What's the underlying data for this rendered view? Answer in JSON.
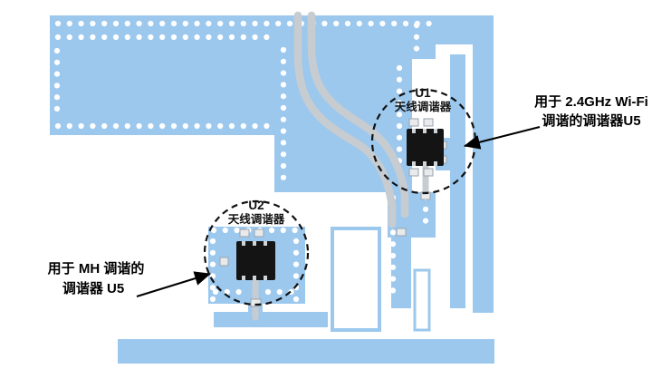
{
  "colors": {
    "copper": "#9CC8EE",
    "trace": "#C7CCD1",
    "chip": "#141414"
  },
  "board": {
    "u1": {
      "ref": "U1",
      "label": "天线调谐器"
    },
    "u2": {
      "ref": "U2",
      "label": "天线调谐器"
    }
  },
  "annotations": {
    "wifi": {
      "line1": "用于 2.4GHz Wi-Fi",
      "line2": "调谐的调谐器U5"
    },
    "mh": {
      "line1": "用于 MH 调谐的",
      "line2": "调谐器 U5"
    }
  }
}
